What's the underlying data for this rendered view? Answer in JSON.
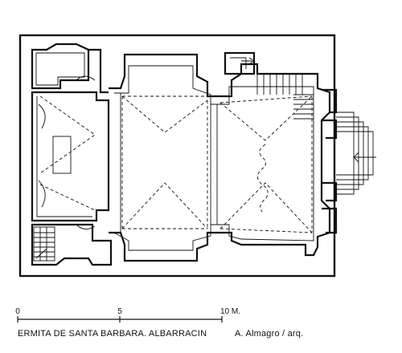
{
  "caption": {
    "title": "ERMITA DE SANTA BARBARA. ALBARRACIN",
    "author": "A. Almagro / arq."
  },
  "scale_bar": {
    "ticks": [
      {
        "value": 0,
        "label": "0"
      },
      {
        "value": 5,
        "label": "5"
      },
      {
        "value": 10,
        "label": "10 M."
      }
    ]
  }
}
